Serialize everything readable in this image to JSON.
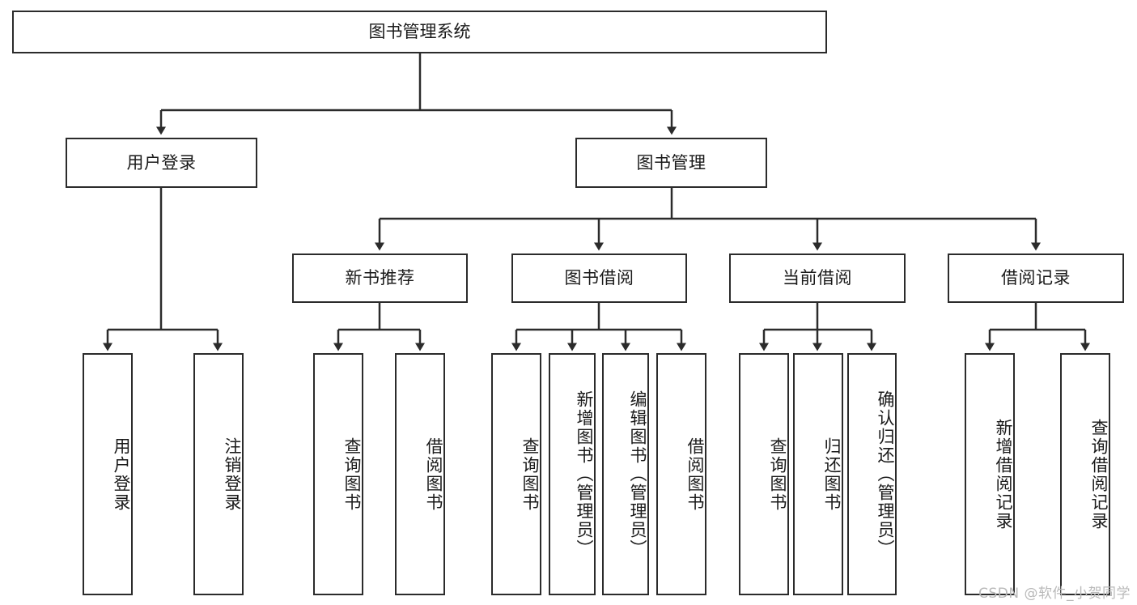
{
  "diagram": {
    "title": "图书管理系统",
    "type": "tree",
    "watermark": "CSDN @软件_小贺同学",
    "colors": {
      "stroke": "#2b2b2b",
      "fill": "#ffffff",
      "text": "#1a1a1a",
      "watermark": "#b9b9b9"
    },
    "nodes": {
      "root": {
        "label": "图书管理系统"
      },
      "level2": [
        {
          "label": "用户登录"
        },
        {
          "label": "图书管理"
        }
      ],
      "level3": [
        {
          "label": "新书推荐"
        },
        {
          "label": "图书借阅"
        },
        {
          "label": "当前借阅"
        },
        {
          "label": "借阅记录"
        }
      ],
      "leaves_user_login": [
        {
          "label": "用户登录"
        },
        {
          "label": "注销登录"
        }
      ],
      "leaves_new_book": [
        {
          "label": "查询图书"
        },
        {
          "label": "借阅图书"
        }
      ],
      "leaves_borrow": [
        {
          "label": "查询图书"
        },
        {
          "label": "新增图书（管理员）"
        },
        {
          "label": "编辑图书（管理员）"
        },
        {
          "label": "借阅图书"
        }
      ],
      "leaves_current": [
        {
          "label": "查询图书"
        },
        {
          "label": "归还图书"
        },
        {
          "label": "确认归还（管理员）"
        }
      ],
      "leaves_record": [
        {
          "label": "新增借阅记录"
        },
        {
          "label": "查询借阅记录"
        }
      ]
    }
  }
}
